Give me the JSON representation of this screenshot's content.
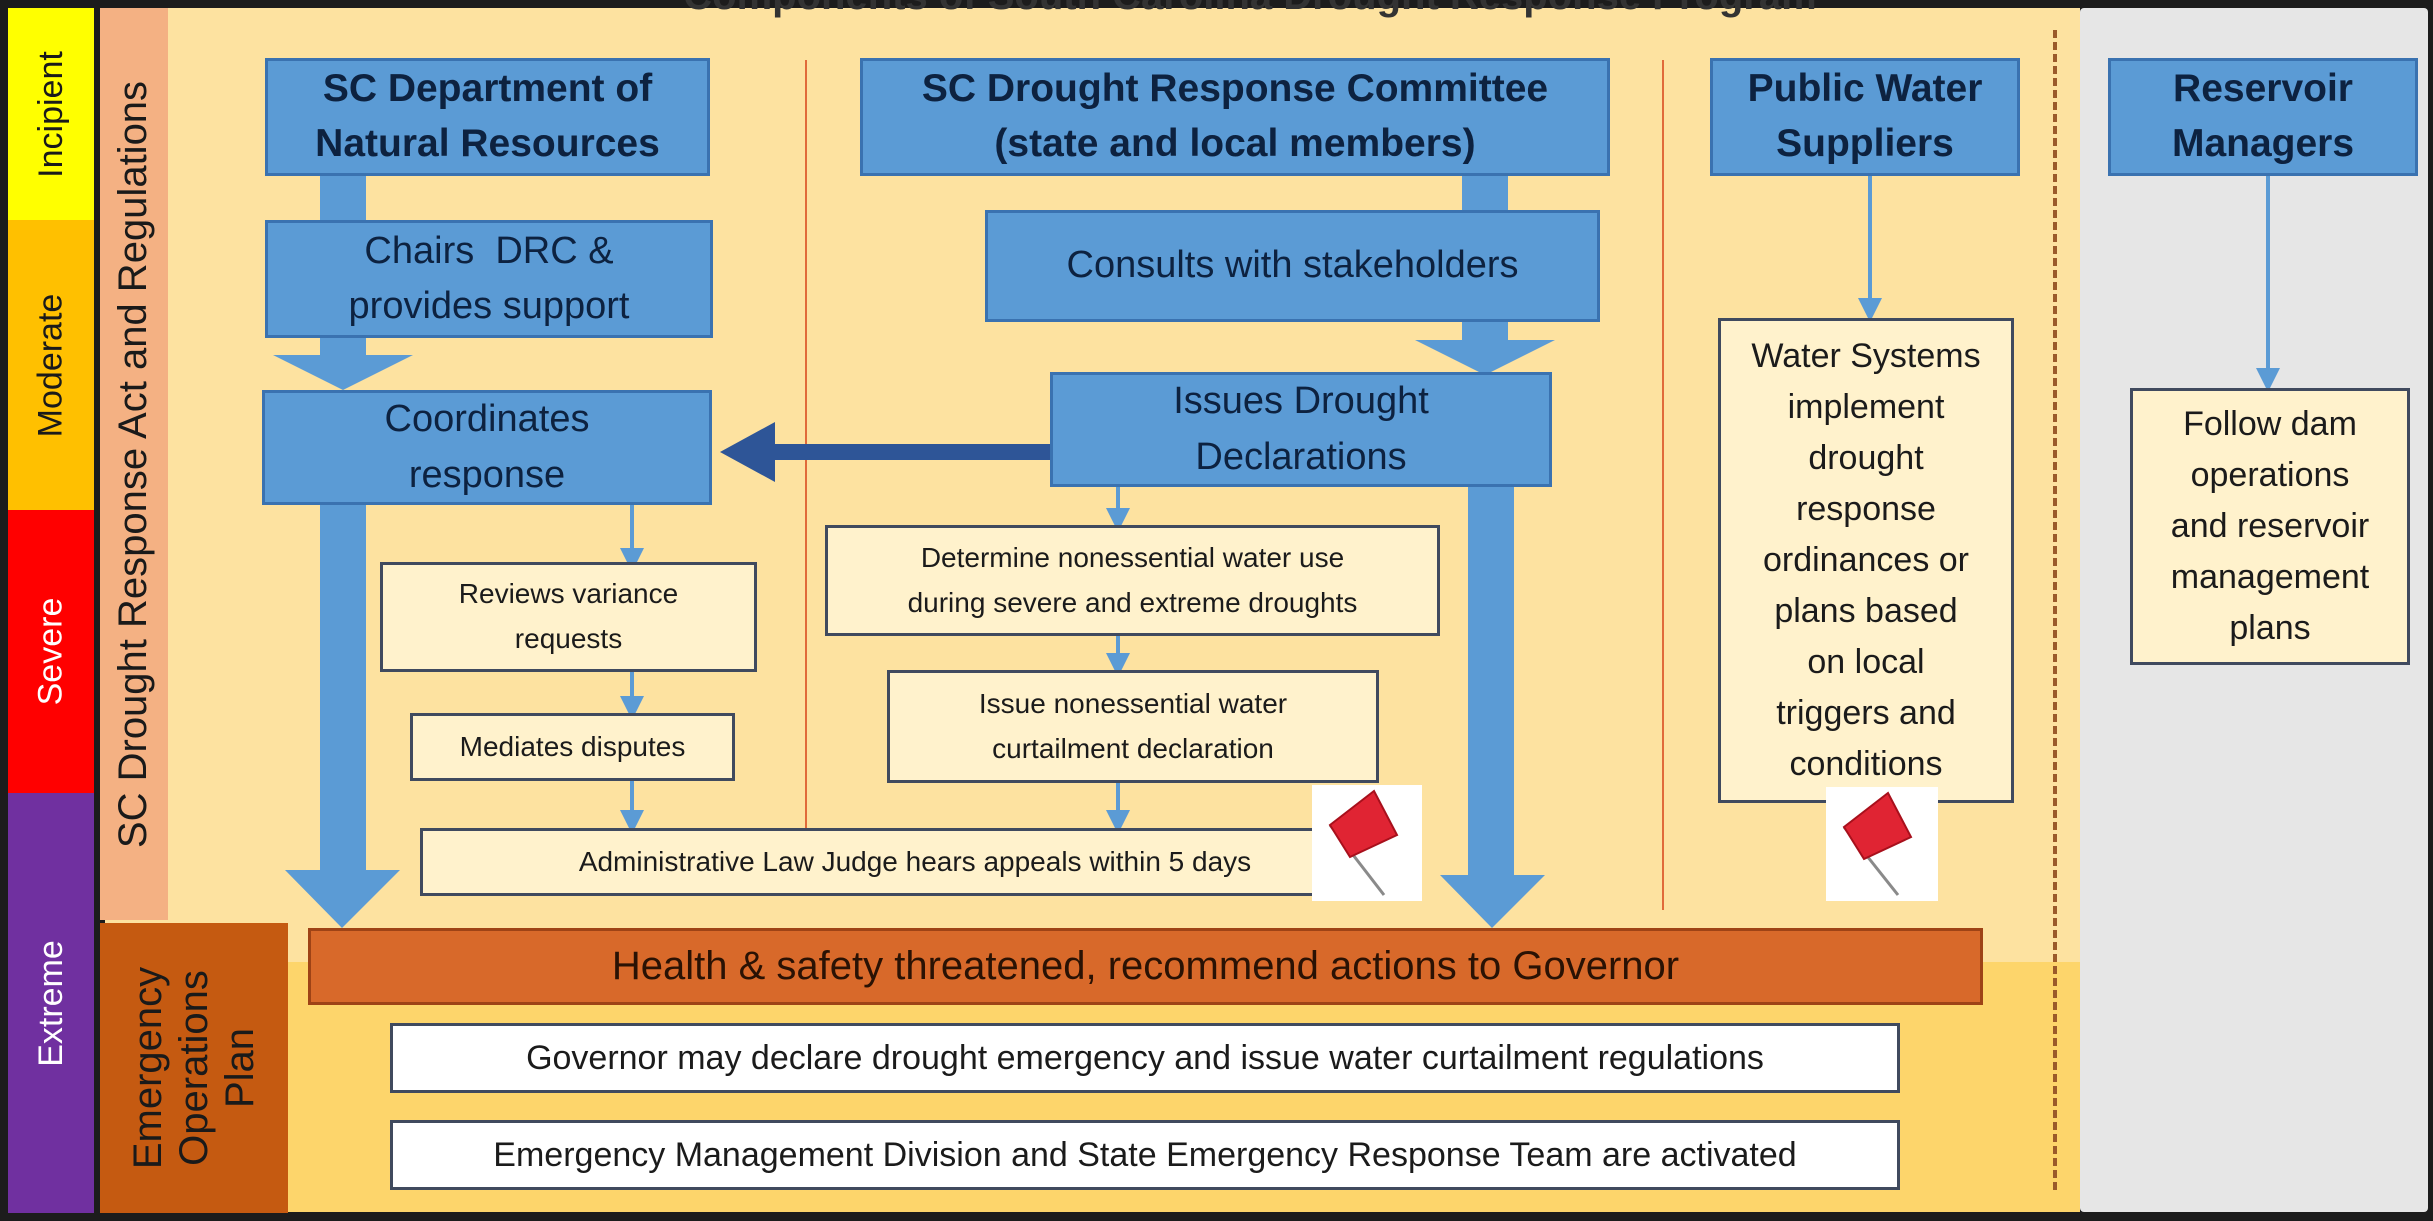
{
  "header": {
    "title": "Components of South Carolina Drought Response Program"
  },
  "stages": [
    {
      "label": "Incipient",
      "color": "#ffff00",
      "text_color": "#1a1a1a"
    },
    {
      "label": "Moderate",
      "color": "#ffc000",
      "text_color": "#1a1a1a"
    },
    {
      "label": "Severe",
      "color": "#ff0000",
      "text_color": "#ffffff"
    },
    {
      "label": "Extreme",
      "color": "#7030a0",
      "text_color": "#ffffff"
    }
  ],
  "frameworks": {
    "act": "SC Drought Response Act and Regulations",
    "eop": [
      "Emergency",
      "Operations",
      "Plan"
    ]
  },
  "dnr": {
    "title": [
      "SC Department of",
      "Natural Resources"
    ],
    "chairs": [
      "Chairs  DRC &",
      "provides support"
    ],
    "coordinates": [
      "Coordinates",
      "response"
    ],
    "variance": [
      "Reviews variance",
      "requests"
    ],
    "mediates": "Mediates disputes"
  },
  "drc": {
    "title": [
      "SC Drought Response Committee",
      "(state and local members)"
    ],
    "consults": "Consults with stakeholders",
    "issues": [
      "Issues Drought",
      "Declarations"
    ],
    "nonessential": [
      "Determine nonessential water use",
      "during severe and extreme droughts"
    ],
    "curtailment": [
      "Issue nonessential water",
      "curtailment declaration"
    ]
  },
  "alj": "Administrative Law Judge hears appeals within 5 days",
  "pws": {
    "title": [
      "Public Water",
      "Suppliers"
    ],
    "systems": [
      "Water Systems",
      "implement",
      "drought",
      "response",
      "ordinances or",
      "plans based",
      "on local",
      "triggers and",
      "conditions"
    ]
  },
  "reservoir": {
    "title": [
      "Reservoir",
      "Managers"
    ],
    "plans": [
      "Follow dam",
      "operations",
      "and reservoir",
      "management",
      "plans"
    ]
  },
  "emergency": {
    "health": "Health & safety threatened, recommend actions to Governor",
    "governor": "Governor may declare drought emergency and issue water curtailment regulations",
    "emd": "Emergency Management Division and State Emergency Response Team are activated"
  },
  "colors": {
    "blue_box": "#5b9bd5",
    "light_box": "#fff2cc",
    "act_band": "#f4b183",
    "eop_band": "#c55a11",
    "background": "#fde2a0",
    "reservoir_panel": "#e6e6e6",
    "flag": "#e02433"
  },
  "icons": {
    "flag": "red-flag-icon"
  }
}
